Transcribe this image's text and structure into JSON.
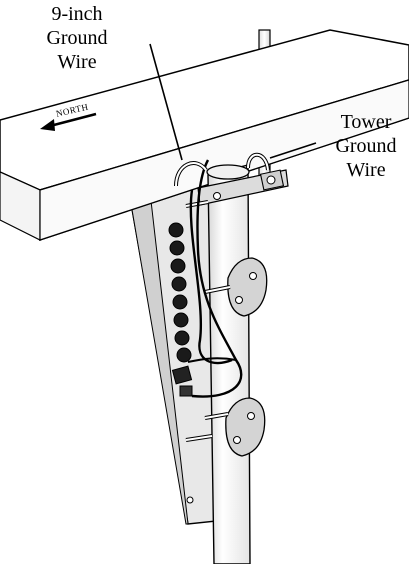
{
  "labels": {
    "nine_inch_ground_wire": [
      "9-inch",
      "Ground",
      "Wire"
    ],
    "tower_ground_wire": [
      "Tower",
      "Ground",
      "Wire"
    ],
    "north": "NORTH"
  },
  "colors": {
    "line": "#000000",
    "beam_fill": "#ffffff",
    "bracket_fill": "#e6e6e6",
    "pole_fill": "#f2f2f2",
    "connector_fill": "#1a1a1a"
  }
}
